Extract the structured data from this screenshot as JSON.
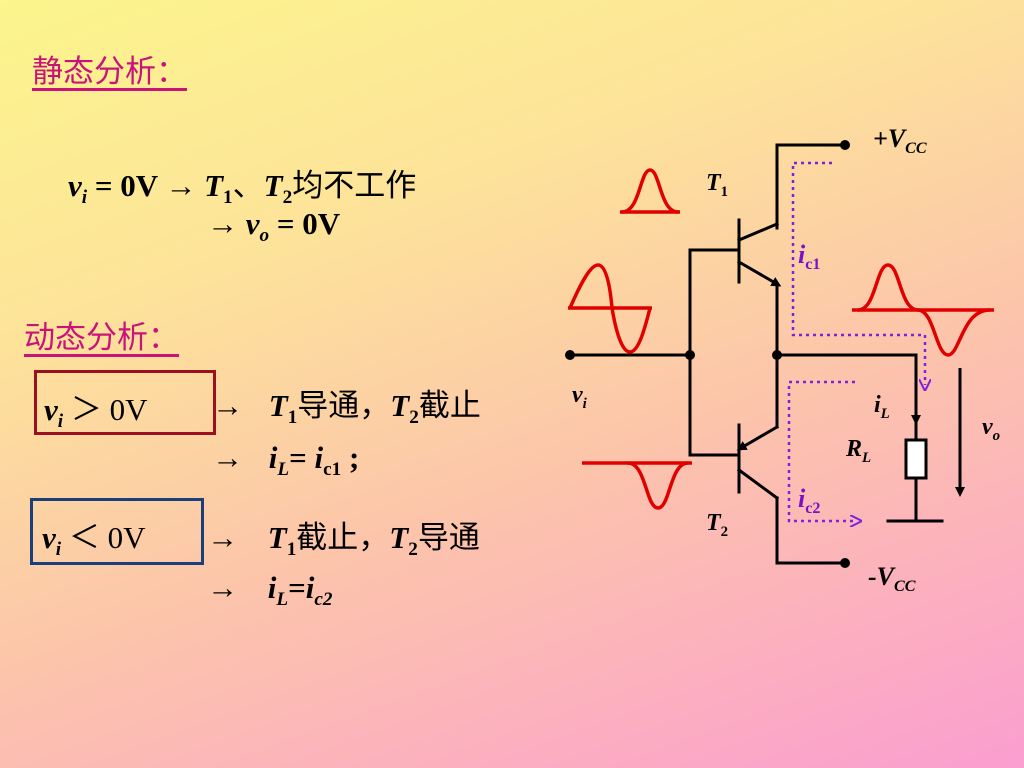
{
  "static": {
    "heading": "静态分析：",
    "line1": {
      "vi": "v",
      "vi_sub": "i",
      "eq": " = 0V  → ",
      "t1": "T",
      "t1_sub": "1",
      "sep": "、",
      "t2": "T",
      "t2_sub": "2",
      "text": "均不工作"
    },
    "line2": {
      "arrow": "→ ",
      "vo": "v",
      "vo_sub": "o",
      "eq": " = 0V"
    }
  },
  "dynamic": {
    "heading": "动态分析：",
    "case1": {
      "cond_v": "v",
      "cond_sub": "i",
      "cond_op": " ＞ 0V",
      "arrow": "→",
      "t1": "T",
      "t1_sub": "1",
      "t1_state": "导通，",
      "t2": "T",
      "t2_sub": "2",
      "t2_state": "截止",
      "arrow2": "→",
      "il": "i",
      "il_sub": "L",
      "eq": "= ",
      "ic": "i",
      "ic_sub": "c1",
      "end": " ;"
    },
    "case2": {
      "cond_v": "v",
      "cond_sub": "i",
      "cond_op": " ＜ 0V",
      "arrow": "→",
      "t1": "T",
      "t1_sub": "1",
      "t1_state": "截止，",
      "t2": "T",
      "t2_sub": "2",
      "t2_state": "导通",
      "arrow2": "→",
      "il": "i",
      "il_sub": "L",
      "eq": "=",
      "ic": "i",
      "ic_sub": "c2"
    }
  },
  "circuit": {
    "vcc_pos": "+V",
    "vcc_pos_sub": "CC",
    "vcc_neg": "-V",
    "vcc_neg_sub": "CC",
    "t1": "T",
    "t1_sub": "1",
    "t2": "T",
    "t2_sub": "2",
    "ic1": "i",
    "ic1_sub": "c1",
    "ic2": "i",
    "ic2_sub": "c2",
    "vi": "v",
    "vi_sub": "i",
    "il": "i",
    "il_sub": "L",
    "rl": "R",
    "rl_sub": "L",
    "vo": "v",
    "vo_sub": "o"
  },
  "colors": {
    "heading": "#c8147a",
    "wave": "#e00000",
    "current_path": "#7a22e0",
    "box_case1": "#9b1020",
    "box_case2": "#1a3f7a",
    "current_label": "#7a10c8"
  }
}
